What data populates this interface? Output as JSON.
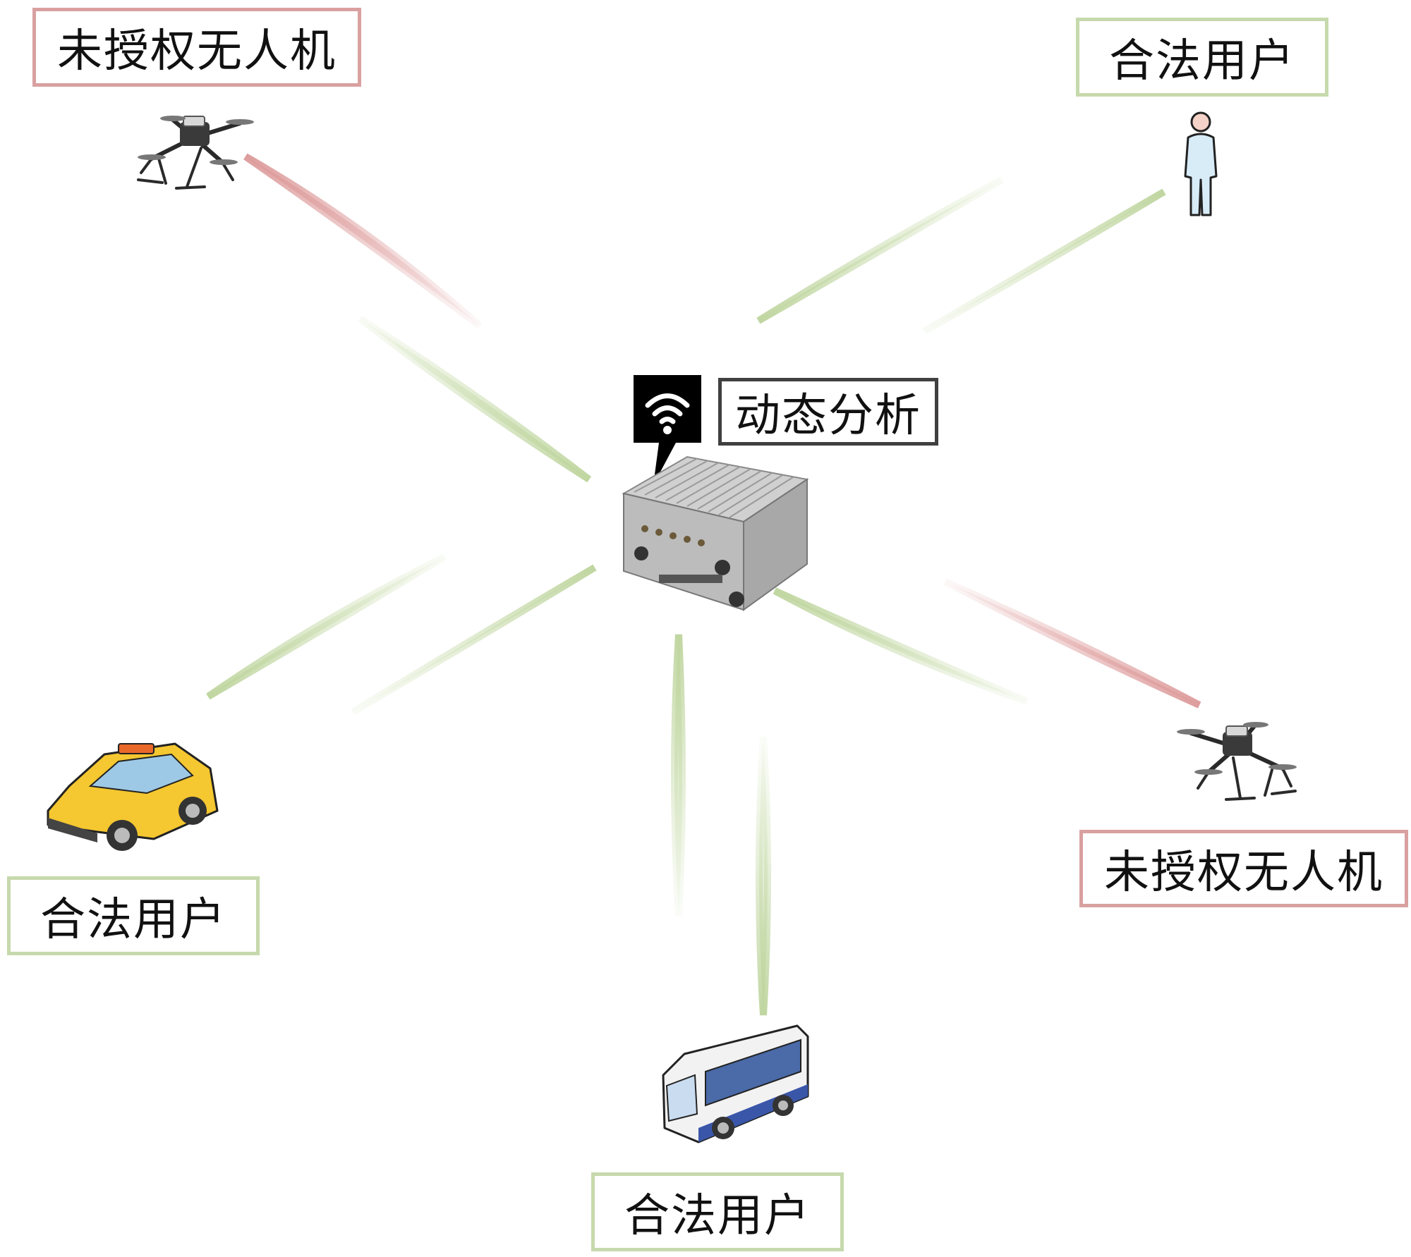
{
  "labels": {
    "drone_top_left": "未授权无人机",
    "user_top_right": "合法用户",
    "analysis": "动态分析",
    "user_left": "合法用户",
    "drone_bottom_right": "未授权无人机",
    "user_bottom": "合法用户"
  },
  "colors": {
    "legit": "#c9dcae",
    "unauthorized": "#e0a6a6",
    "legit_border": "#c6d9ac",
    "unauthorized_border": "#d9a0a0",
    "analysis_border": "#404040",
    "taxi": "#f5c730",
    "bus_stripe": "#3a56a8"
  },
  "icons": [
    "drone-icon",
    "person-icon",
    "base-station-icon",
    "wifi-icon",
    "taxi-icon",
    "bus-icon"
  ]
}
